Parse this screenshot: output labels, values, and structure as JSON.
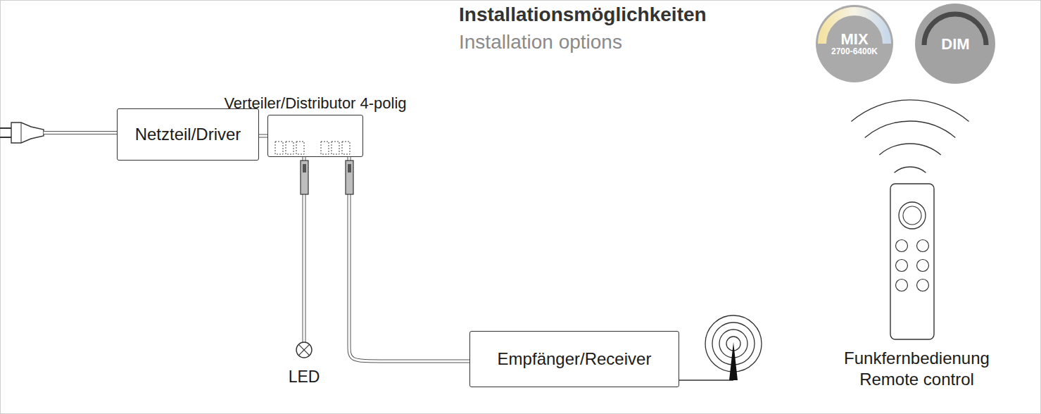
{
  "diagram": {
    "title": "Installationsmöglichkeiten",
    "nodes": [
      {
        "text": [
          "Netzteil/Driver"
        ]
      },
      {
        "text": [
          "Verteiler/Distributor 4-polig"
        ]
      },
      {
        "text": [
          "LED"
        ]
      },
      {
        "text": [
          "Empfänger/Receiver"
        ]
      },
      {
        "text": [
          "Funkfernbedienung Remote control"
        ]
      },
      {
        "text": [
          "MIX",
          "2700-6400K"
        ]
      },
      {
        "text": [
          "DIM"
        ]
      }
    ],
    "edges": [
      {
        "from": 0,
        "to": 1,
        "arrow": "none"
      },
      {
        "from": 1,
        "to": 2,
        "arrow": "none"
      },
      {
        "from": 1,
        "to": 3,
        "arrow": "none"
      }
    ],
    "labels": [
      "Installation options"
    ]
  }
}
